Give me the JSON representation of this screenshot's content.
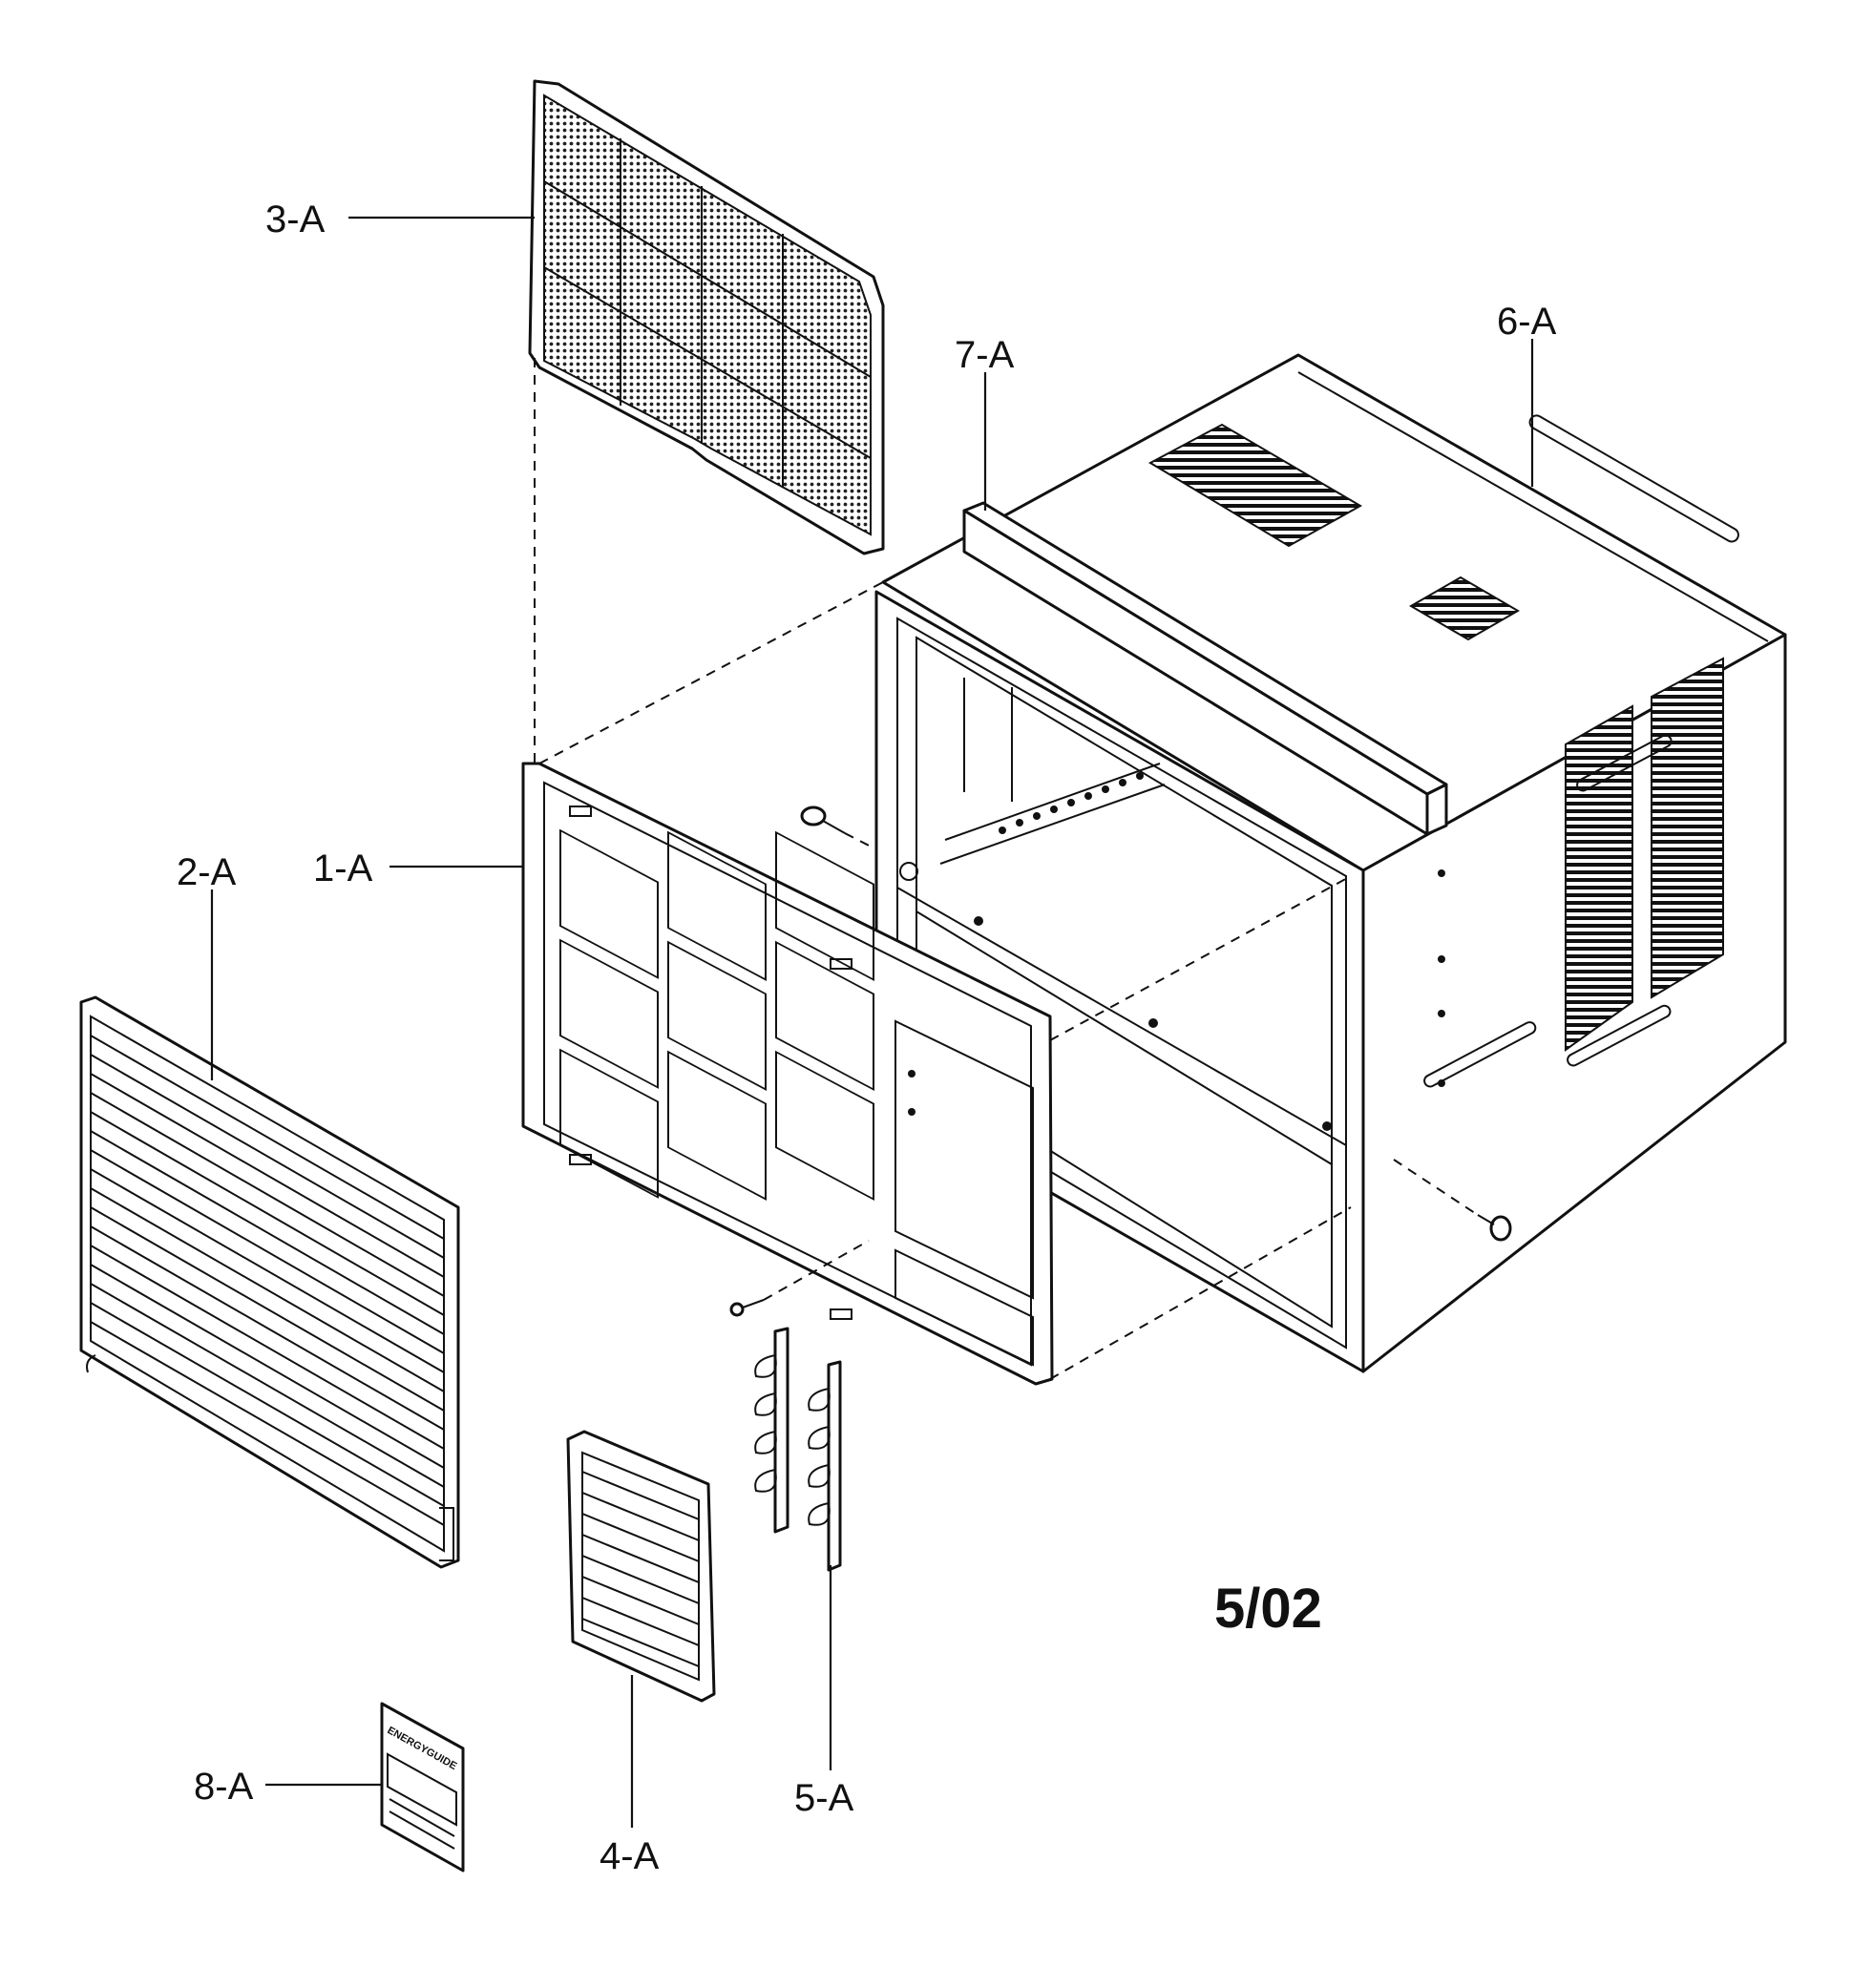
{
  "callouts": {
    "c1": "1-A",
    "c2": "2-A",
    "c3": "3-A",
    "c4": "4-A",
    "c5": "5-A",
    "c6": "6-A",
    "c7": "7-A",
    "c8": "8-A"
  },
  "date_code": "5/02",
  "label_text": "ENERGYGUIDE",
  "colors": {
    "ink": "#111111",
    "paper": "#ffffff"
  }
}
